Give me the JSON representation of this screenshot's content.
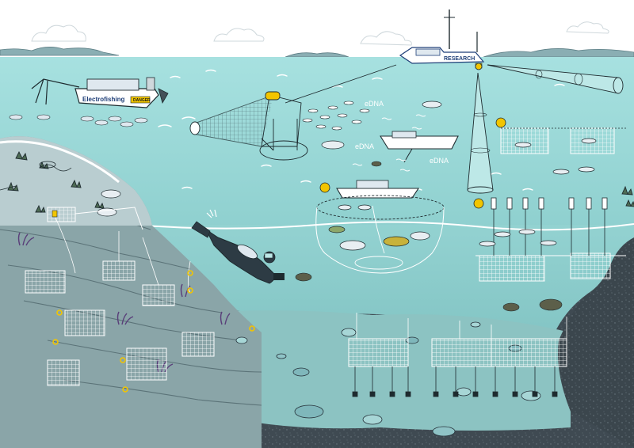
{
  "boats": {
    "electrofishing_label": "Electrofishing",
    "danger_label": "DANGER",
    "research_label": "RESEARCH"
  },
  "annotations": {
    "edna_labels": [
      "eDNA",
      "eDNA",
      "eDNA"
    ]
  },
  "colors": {
    "sky": "#ffffff",
    "surface_water": "#9fdcdc",
    "deep_water": "#7fc4c4",
    "lake_bed": "#3f4a52",
    "rock_slope": "#8aa5a8",
    "net": "#ffffff",
    "buoy": "#f2c500",
    "hull_line": "#1f3f78"
  }
}
